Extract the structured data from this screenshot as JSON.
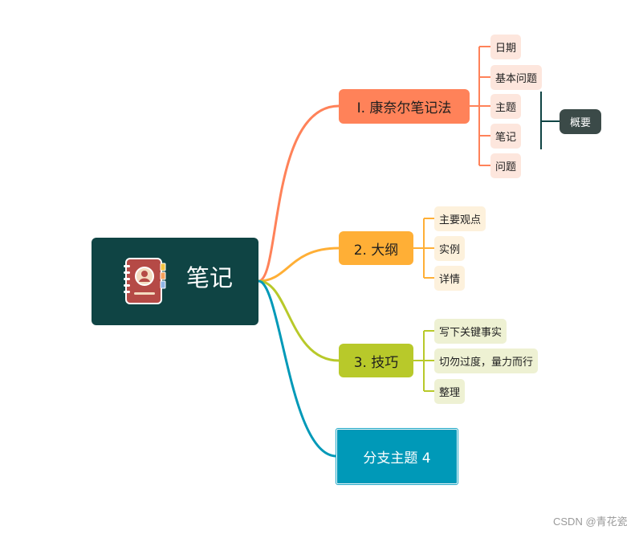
{
  "root": {
    "title": "笔记",
    "icon": "notebook-contact-icon"
  },
  "branches": [
    {
      "label": "I. 康奈尔笔记法",
      "color": "#ff8259",
      "children": [
        "日期",
        "基本问题",
        "主题",
        "笔记",
        "问题"
      ],
      "summary": "概要"
    },
    {
      "label": "2. 大纲",
      "color": "#ffaf36",
      "children": [
        "主要观点",
        "实例",
        "详情"
      ]
    },
    {
      "label": "3. 技巧",
      "color": "#b8c92a",
      "children": [
        "写下关键事实",
        "切勿过度，量力而行",
        "整理"
      ]
    },
    {
      "label": "分支主题 4",
      "color": "#0099b8",
      "children": []
    }
  ],
  "watermark": "CSDN @青花瓷"
}
